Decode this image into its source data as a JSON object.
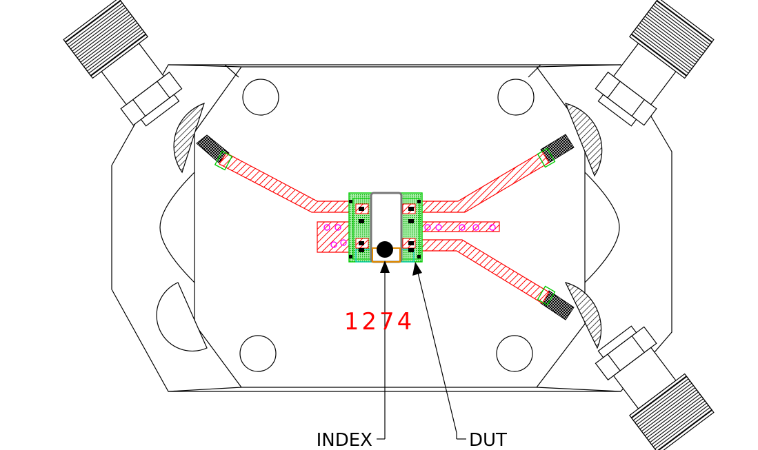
{
  "diagram": {
    "part_number": "1274",
    "callouts": {
      "index": "INDEX",
      "dut": "DUT"
    },
    "colors": {
      "outline": "#000000",
      "trace": "#ff0000",
      "pad_green": "#00cc00",
      "via": "#ff00ff",
      "dut_body": "#777777",
      "index_ring": "#e08a00",
      "part_number_text": "#ff0000"
    },
    "connectors": [
      {
        "id": "top-left"
      },
      {
        "id": "top-right"
      },
      {
        "id": "bottom-right"
      }
    ]
  }
}
